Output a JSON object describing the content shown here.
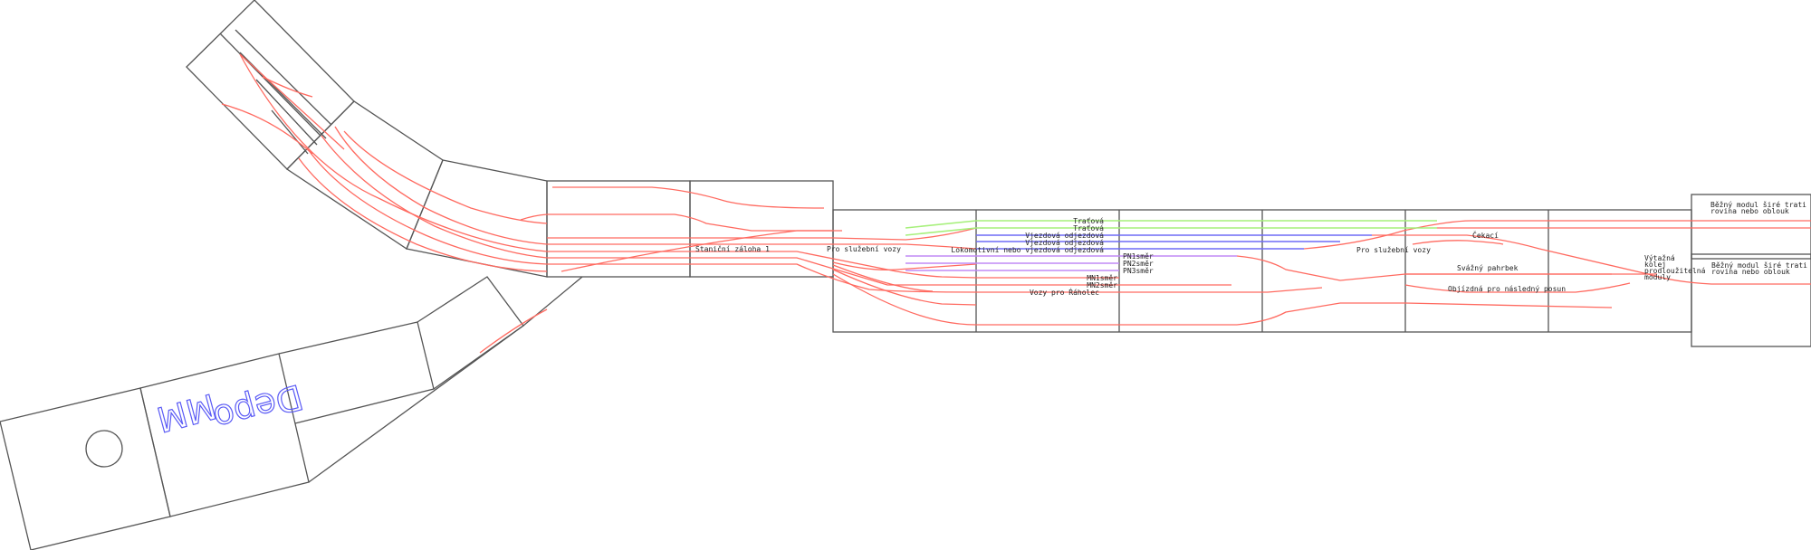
{
  "depot": {
    "label_depo": "Depo",
    "label_mm": "MM"
  },
  "labels": {
    "stanicni_zaloha": "Staniční záloha 1",
    "pro_sluzebni_1": "Pro služební vozy",
    "pro_sluzebni_2": "Pro služební vozy",
    "tratova_1": "Traťová",
    "tratova_2": "Traťová",
    "vjezdova_1": "Vjezdová odjezdová",
    "vjezdova_2": "Vjezdová odjezdová",
    "lokomotivni": "Lokomotivní nebo vjezdová odjezdová",
    "pn1": "PN1směr",
    "pn2": "PN2směr",
    "pn3": "PN3směr",
    "mn1": "MN1směr",
    "mn2": "MN2směr",
    "vozy_rasholec": "Vozy pro Ŕáholec",
    "cekaci": "Čekací",
    "svazny": "Svážný pahrbek",
    "objizdna": "Objízdná pro následný posun",
    "vytazna": [
      "Výtažná",
      "kolej",
      "prodloužitelná",
      "moduly"
    ],
    "bezny_1": [
      "Běžný modul širé trati",
      "rovina nebo oblouk"
    ],
    "bezny_2": [
      "Běžný modul širé trati",
      "rovina nebo oblouk"
    ]
  },
  "colors": {
    "track": "#ff6a60",
    "main": "#a6f07a",
    "arrival": "#6f6cf5",
    "sorting": "#c08af5",
    "module": "#555555",
    "depot_text": "#5a5af5"
  }
}
